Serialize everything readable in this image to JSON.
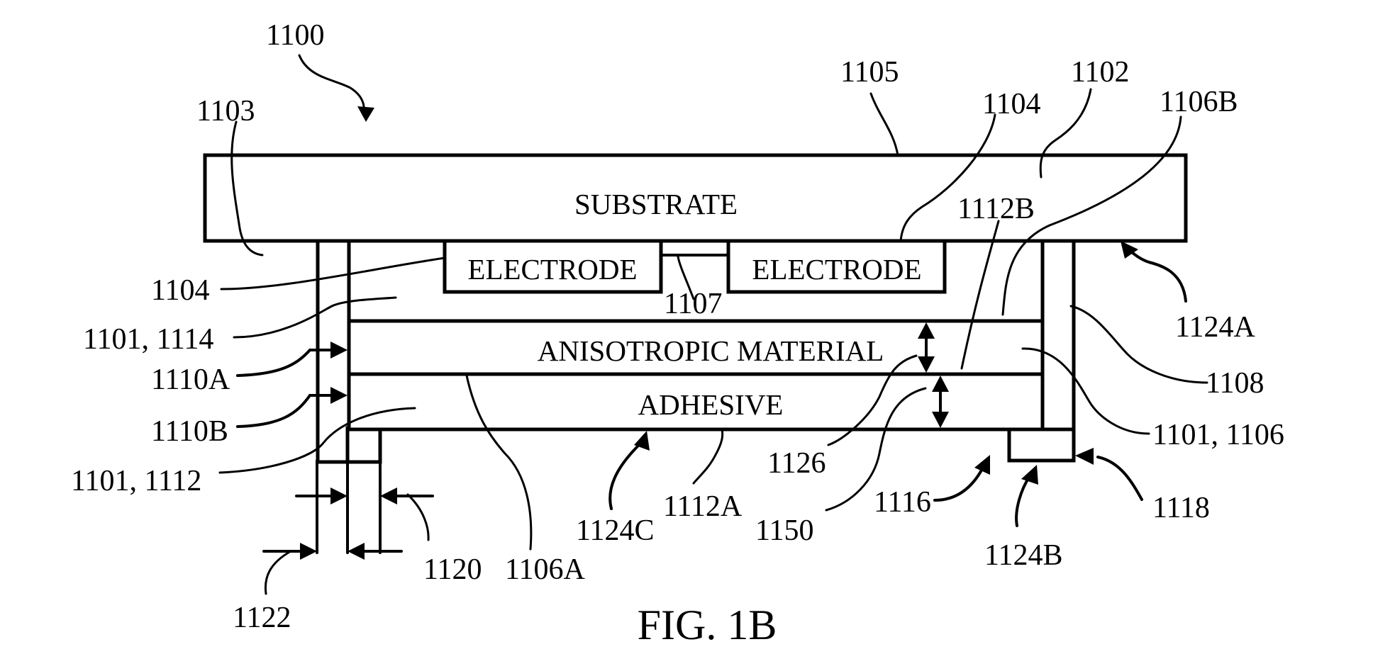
{
  "figure_caption": "FIG. 1B",
  "components": {
    "substrate": "SUBSTRATE",
    "electrode_left": "ELECTRODE",
    "electrode_right": "ELECTRODE",
    "anisotropic_material": "ANISOTROPIC MATERIAL",
    "adhesive": "ADHESIVE"
  },
  "reference_numerals": {
    "n1100": "1100",
    "n1105": "1105",
    "n1102": "1102",
    "n1103": "1103",
    "n1104_top": "1104",
    "n1106B": "1106B",
    "n1112B": "1112B",
    "n1104_left": "1104",
    "n1107": "1107",
    "n1124A": "1124A",
    "n1101_1114": "1101, 1114",
    "n1110A": "1110A",
    "n1108": "1108",
    "n1110B": "1110B",
    "n1101_1106": "1101, 1106",
    "n1126": "1126",
    "n1101_1112": "1101, 1112",
    "n1116": "1116",
    "n1118": "1118",
    "n1124C": "1124C",
    "n1112A": "1112A",
    "n1150": "1150",
    "n1124B": "1124B",
    "n1120": "1120",
    "n1106A": "1106A",
    "n1122": "1122"
  }
}
